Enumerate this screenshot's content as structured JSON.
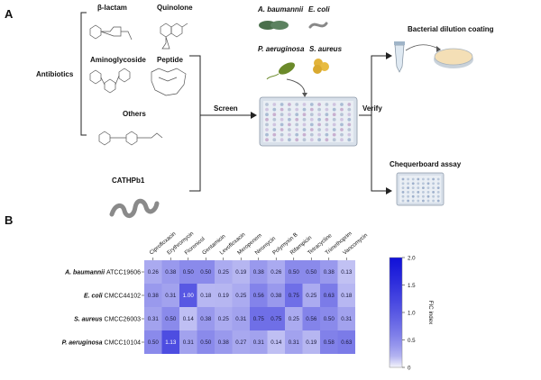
{
  "panelA": {
    "label": "A",
    "antibiotics_label": "Antibiotics",
    "classes": [
      "β-lactam",
      "Quinolone",
      "Aminoglycoside",
      "Peptide",
      "Others"
    ],
    "cathpb1_label": "CATHPb1",
    "screen_label": "Screen",
    "verify_label": "Verify",
    "bacteria": [
      "A. baumannii",
      "E. coli",
      "P. aeruginosa",
      "S. aureus"
    ],
    "bacterial_dilution_label": "Bacterial dilution coating",
    "chequerboard_label": "Chequerboard assay"
  },
  "panelB": {
    "label": "B",
    "colorbar_title": "FIC index"
  },
  "chart_data": {
    "type": "heatmap",
    "columns": [
      "Ciprofloxacin",
      "Erythromycin",
      "Florenicol",
      "Gentamicin",
      "Levofloxacin",
      "Meropenem",
      "Neomycin",
      "Polymyxin B",
      "Rifampicin",
      "Tetracycline",
      "Trimethoprim",
      "Vancomycin"
    ],
    "rows": [
      {
        "species": "A. baumannii",
        "strain": "ATCC19606",
        "values": [
          0.26,
          0.38,
          0.5,
          0.5,
          0.25,
          0.19,
          0.38,
          0.26,
          0.5,
          0.5,
          0.38,
          0.13
        ]
      },
      {
        "species": "E. coli",
        "strain": "CMCC44102",
        "values": [
          0.38,
          0.31,
          1.0,
          0.18,
          0.19,
          0.25,
          0.56,
          0.38,
          0.75,
          0.25,
          0.63,
          0.18
        ]
      },
      {
        "species": "S. aureus",
        "strain": "CMCC26003",
        "values": [
          0.31,
          0.5,
          0.14,
          0.38,
          0.25,
          0.31,
          0.75,
          0.75,
          0.25,
          0.56,
          0.5,
          0.31
        ]
      },
      {
        "species": "P. aeruginosa",
        "strain": "CMCC10104",
        "values": [
          0.5,
          1.13,
          0.31,
          0.5,
          0.38,
          0.27,
          0.31,
          0.14,
          0.31,
          0.19,
          0.58,
          0.63
        ]
      }
    ],
    "colorbar": {
      "min": 0,
      "max": 2.0,
      "ticks": [
        "0",
        "0.5",
        "1.0",
        "1.5",
        "2.0"
      ],
      "colors": [
        "#f4f4fb",
        "#1010d8"
      ]
    }
  }
}
